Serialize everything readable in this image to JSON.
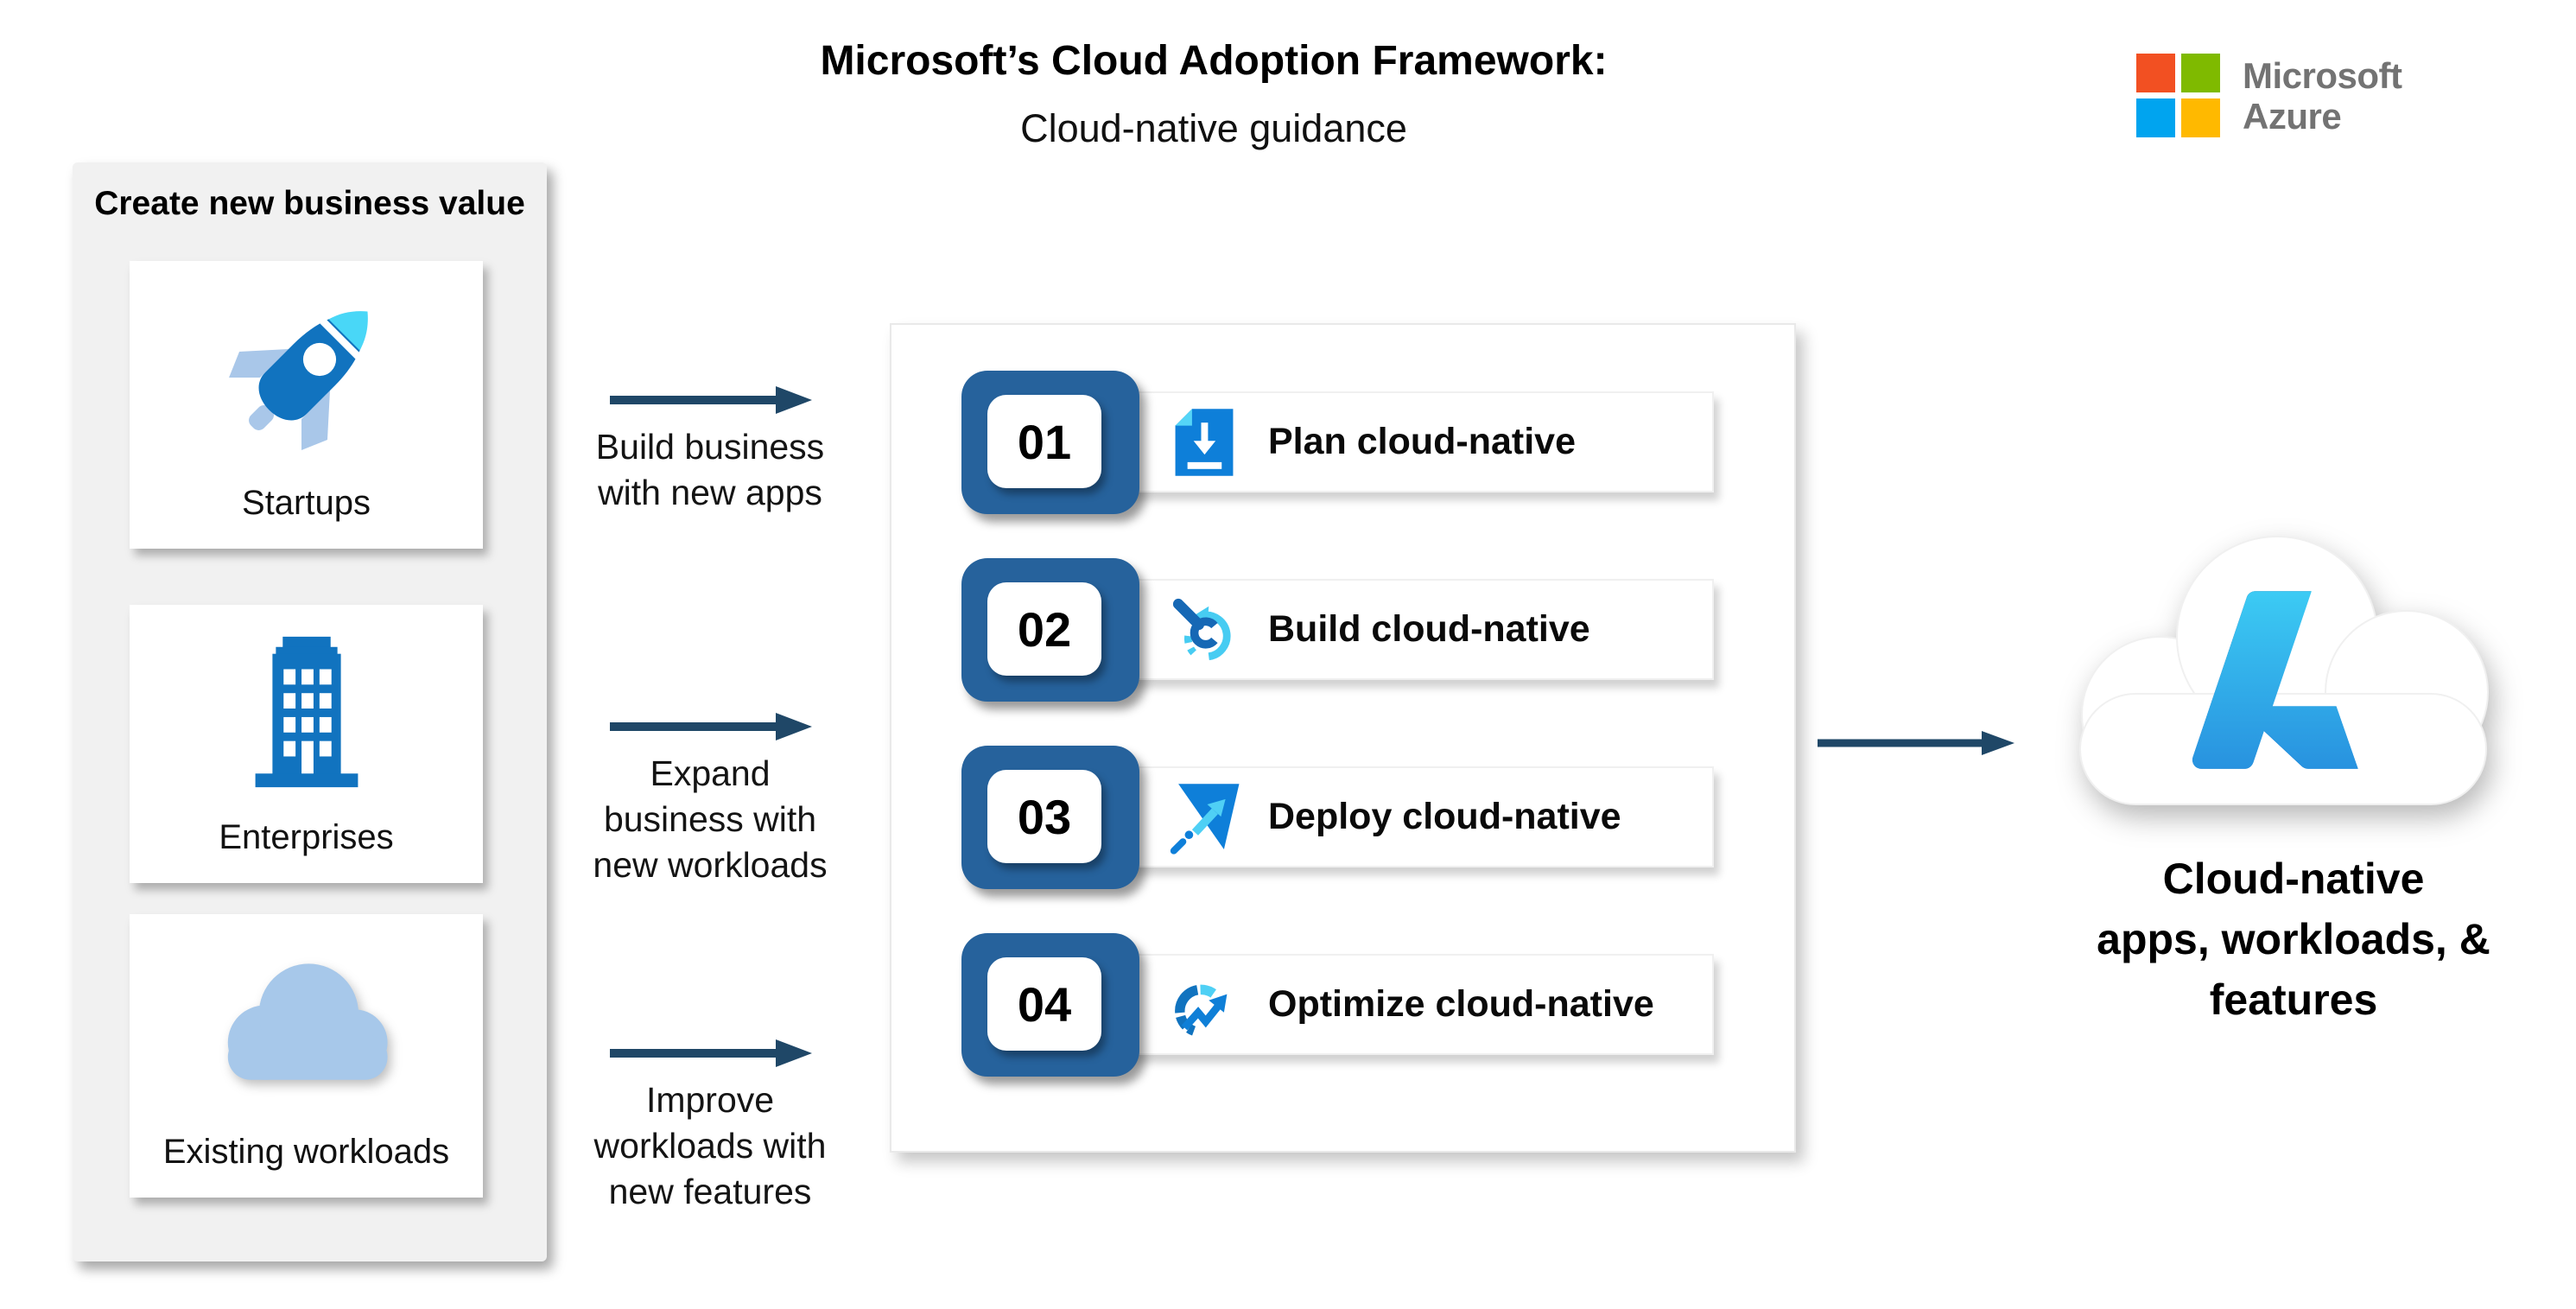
{
  "title": {
    "line1": "Microsoft’s Cloud Adoption Framework:",
    "line2": "Cloud-native guidance"
  },
  "brand": {
    "line1": "Microsoft",
    "line2": "Azure"
  },
  "left_panel": {
    "header": "Create new business value",
    "cards": [
      {
        "label": "Startups",
        "icon": "rocket-icon"
      },
      {
        "label": "Enterprises",
        "icon": "building-icon"
      },
      {
        "label": "Existing workloads",
        "icon": "cloud-icon"
      }
    ]
  },
  "flow_arrows": [
    {
      "lines": [
        "Build business",
        "with new apps"
      ]
    },
    {
      "lines": [
        "Expand",
        "business with",
        "new workloads"
      ]
    },
    {
      "lines": [
        "Improve",
        "workloads with",
        "new features"
      ]
    }
  ],
  "process_panel": {
    "steps": [
      {
        "number": "01",
        "label": "Plan cloud-native",
        "icon": "document-download-icon"
      },
      {
        "number": "02",
        "label": "Build cloud-native",
        "icon": "wrench-sync-icon"
      },
      {
        "number": "03",
        "label": "Deploy cloud-native",
        "icon": "deploy-arrow-icon"
      },
      {
        "number": "04",
        "label": "Optimize cloud-native",
        "icon": "gauge-optimize-icon"
      }
    ]
  },
  "result": {
    "lines": [
      "Cloud-native",
      "apps, workloads, &",
      "features"
    ],
    "icon": "azure-cloud-icon"
  },
  "colors": {
    "arrow_navy": "#1F4767",
    "badge_blue": "#26629C",
    "icon_blue": "#0F7FD7",
    "icon_cyan": "#4FD0F5",
    "light_blue": "#A9C7E9",
    "panel_gray": "#F1F1F1",
    "ms_red": "#F25022",
    "ms_green": "#7FBA00",
    "ms_blue": "#00A4EF",
    "ms_yellow": "#FFB900",
    "ms_text_gray": "#737373"
  }
}
